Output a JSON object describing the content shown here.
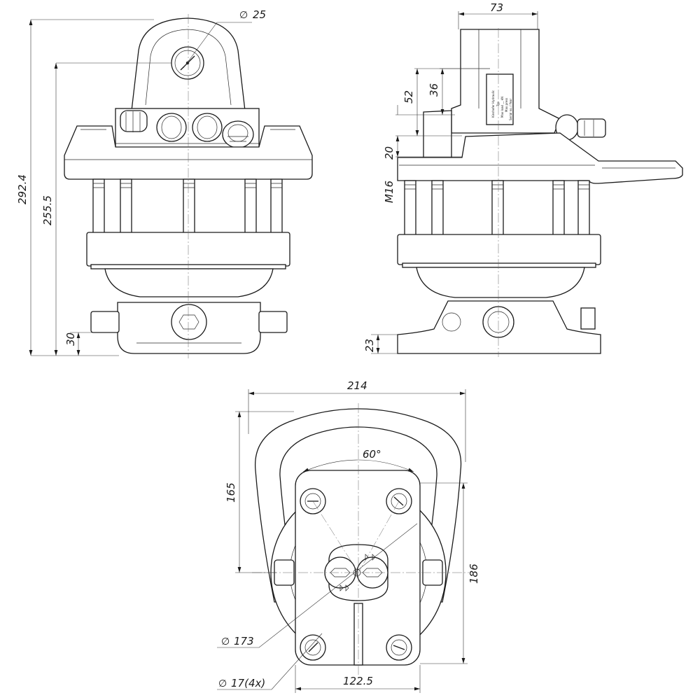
{
  "dimensions": {
    "overall_height": "292.4",
    "flange_height": "255.5",
    "base_height_front": "30",
    "shackle_pin": "25",
    "width_top": "73",
    "dim_52": "52",
    "dim_36": "36",
    "dim_20": "20",
    "thread": "M16",
    "base_height_side": "23",
    "overall_width": "214",
    "angle": "60°",
    "height_165": "165",
    "height_186": "186",
    "bolt_circle": "173",
    "holes": "17(4x)",
    "hole_spacing": "122.5"
  },
  "plate": {
    "brand": "Kinshofer Hydraulic",
    "lines": [
      "Typ",
      "Max load __ kN",
      "Max press",
      "Serial no. / Year"
    ]
  },
  "colors": {
    "line": "#1a1a1a",
    "dimension": "#333333",
    "centerline": "#666666",
    "background": "#ffffff"
  }
}
